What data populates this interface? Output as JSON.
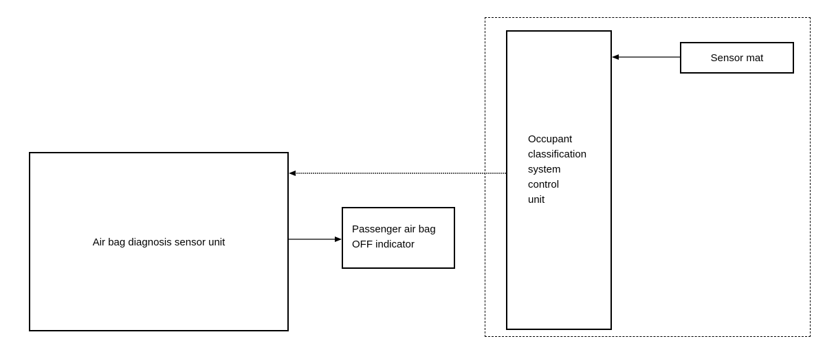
{
  "boxes": {
    "air_bag_sensor_unit": "Air bag diagnosis sensor unit",
    "passenger_indicator": "Passenger air bag\nOFF indicator",
    "ocs_control_unit": "Occupant\nclassification\nsystem\ncontrol\nunit",
    "sensor_mat": "Sensor mat"
  },
  "colors": {
    "stroke": "#000000",
    "background": "#ffffff"
  }
}
